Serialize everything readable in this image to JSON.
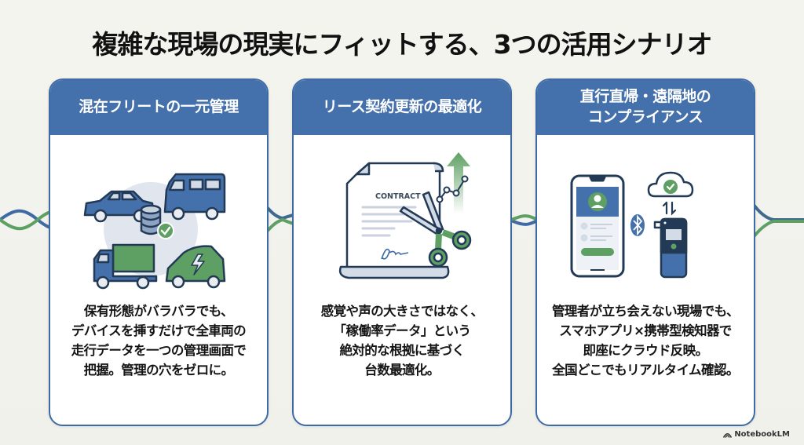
{
  "page": {
    "title": "複雑な現場の現実にフィットする、3つの活用シナリオ"
  },
  "colors": {
    "header_blue": "#4470ab",
    "accent_green": "#5e9f63",
    "outline_navy": "#223a55",
    "background": "#f3f3ee"
  },
  "cards": [
    {
      "title": "混在フリートの一元管理",
      "illustration": [
        "car-icon",
        "van-icon",
        "database-icon",
        "check-badge-icon",
        "truck-icon",
        "electric-car-icon"
      ],
      "body": [
        "保有形態がバラバラでも、",
        "デバイスを挿すだけで全車両の",
        "走行データを一つの管理画面で",
        "把握。管理の穴をゼロに。"
      ]
    },
    {
      "title": "リース契約更新の最適化",
      "illustration": [
        "contract-document-icon",
        "scissors-icon",
        "up-arrow-icon",
        "trend-chart-icon"
      ],
      "contract_label": "CONTRACT",
      "body": [
        "感覚や声の大きさではなく、",
        "「稼働率データ」という",
        "絶対的な根拠に基づく",
        "台数最適化。"
      ]
    },
    {
      "title_lines": [
        "直行直帰・遠隔地の",
        "コンプライアンス"
      ],
      "illustration": [
        "smartphone-icon",
        "bluetooth-icon",
        "cloud-check-icon",
        "sync-arrows-icon",
        "breathalyzer-icon"
      ],
      "body": [
        "管理者が立ち会えない現場でも、",
        "スマホアプリ×携帯型検知器で",
        "即座にクラウド反映。",
        "全国どこでもリアルタイム確認。"
      ]
    }
  ],
  "branding": {
    "label": "NotebookLM"
  }
}
